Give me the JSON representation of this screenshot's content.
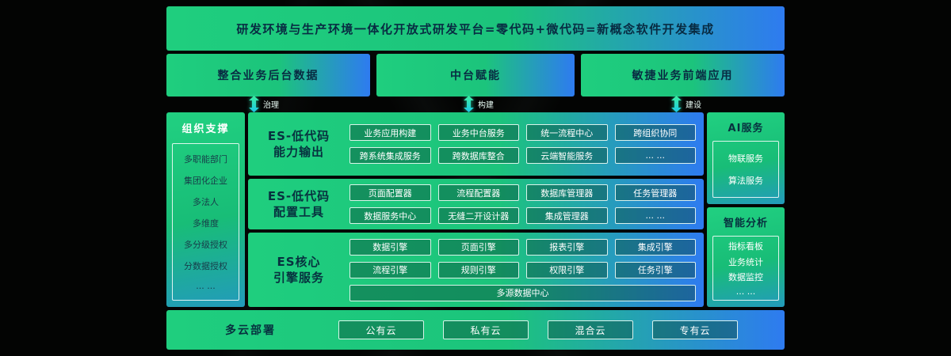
{
  "banner": {
    "title": "研发环境与生产环境一体化开放式研发平台=零代码+微代码=新概念软件开发集成"
  },
  "top_boxes": [
    {
      "label": "整合业务后台数据"
    },
    {
      "label": "中台赋能"
    },
    {
      "label": "敏捷业务前端应用"
    }
  ],
  "arrows": [
    {
      "label": "治理"
    },
    {
      "label": "构建"
    },
    {
      "label": "建设"
    }
  ],
  "org_panel": {
    "title": "组织支撑",
    "items": [
      "多职能部门",
      "集团化企业",
      "多法人",
      "多维度",
      "多分级授权",
      "分数据授权",
      "... ..."
    ]
  },
  "sections": [
    {
      "title_line1": "ES-低代码",
      "title_line2": "能力输出",
      "rows": [
        [
          "业务应用构建",
          "业务中台服务",
          "统一流程中心",
          "跨组织协同"
        ],
        [
          "跨系统集成服务",
          "跨数据库整合",
          "云端智能服务",
          "... ..."
        ]
      ]
    },
    {
      "title_line1": "ES-低代码",
      "title_line2": "配置工具",
      "rows": [
        [
          "页面配置器",
          "流程配置器",
          "数据库管理器",
          "任务管理器"
        ],
        [
          "数据服务中心",
          "无缝二开设计器",
          "集成管理器",
          "... ..."
        ]
      ]
    },
    {
      "title_line1": "ES核心",
      "title_line2": "引擎服务",
      "rows": [
        [
          "数据引擎",
          "页面引擎",
          "报表引擎",
          "集成引擎"
        ],
        [
          "流程引擎",
          "规则引擎",
          "权限引擎",
          "任务引擎"
        ]
      ],
      "footer": "多源数据中心"
    }
  ],
  "right_panels": [
    {
      "title": "AI服务",
      "items": [
        "物联服务",
        "算法服务"
      ]
    },
    {
      "title": "智能分析",
      "items": [
        "指标看板",
        "业务统计",
        "数据监控",
        "... ..."
      ]
    }
  ],
  "bottom_bar": {
    "title": "多云部署",
    "items": [
      "公有云",
      "私有云",
      "混合云",
      "专有云"
    ]
  },
  "colors": {
    "background": "#030403",
    "gradient_green": "#1fce7e",
    "gradient_blue": "#2e7bf0",
    "chip_background": "rgba(6,66,52,0.42)",
    "chip_border": "#eefff7",
    "dark_text": "#07313f",
    "light_text": "#ffffff",
    "arrow_green": "#3df0a0",
    "arrow_cyan": "#1ac8e8"
  }
}
